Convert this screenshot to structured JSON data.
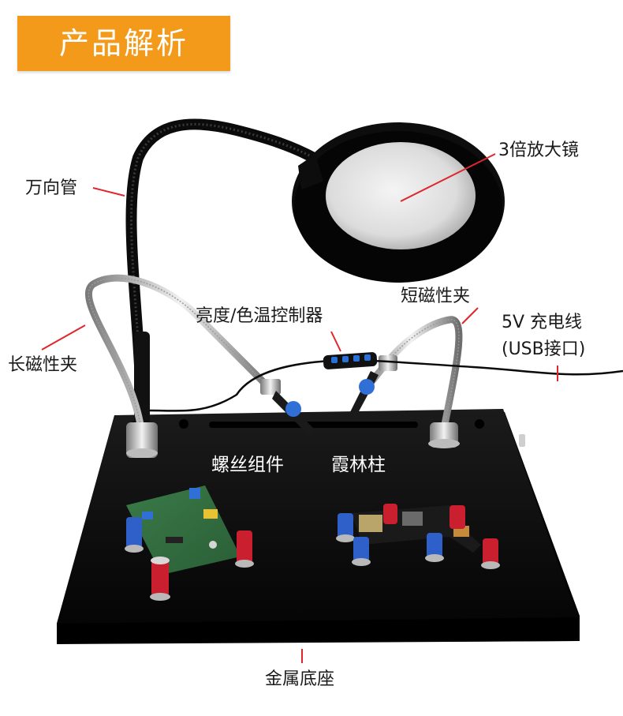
{
  "title": "产品解析",
  "labels": {
    "universal_tube": "万向管",
    "magnifier": "3倍放大镜",
    "long_magnetic_clip": "长磁性夹",
    "brightness_control": "亮度/色温控制器",
    "short_magnetic_clip": "短磁性夹",
    "charging_cable_line1": "5V 充电线",
    "charging_cable_line2": "(USB接口)",
    "screw_assembly": "螺丝组件",
    "fixture_posts": "霞林柱",
    "metal_base": "金属底座"
  },
  "colors": {
    "title_bg": "#f39a1b",
    "leader_line": "#e0262b",
    "base": "#111111"
  }
}
